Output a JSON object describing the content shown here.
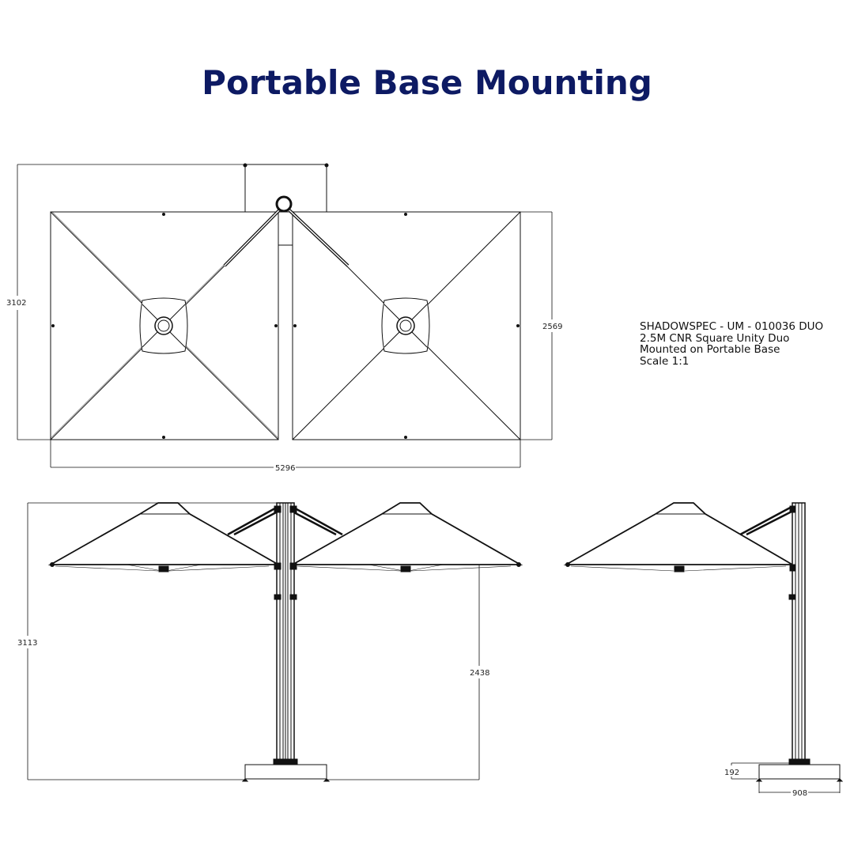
{
  "title": "Portable Base Mounting",
  "spec": {
    "lines": [
      "SHADOWSPEC - UM - 010036 DUO",
      "2.5M CNR Square Unity Duo",
      "Mounted on Portable Base",
      "Scale 1:1"
    ]
  },
  "dimensions": {
    "top_overall_depth": "3102",
    "top_canopy_depth": "2569",
    "top_overall_width": "5296",
    "side_overall_height": "3113",
    "side_clearance_height": "2438",
    "base_height": "192",
    "base_width": "908"
  }
}
